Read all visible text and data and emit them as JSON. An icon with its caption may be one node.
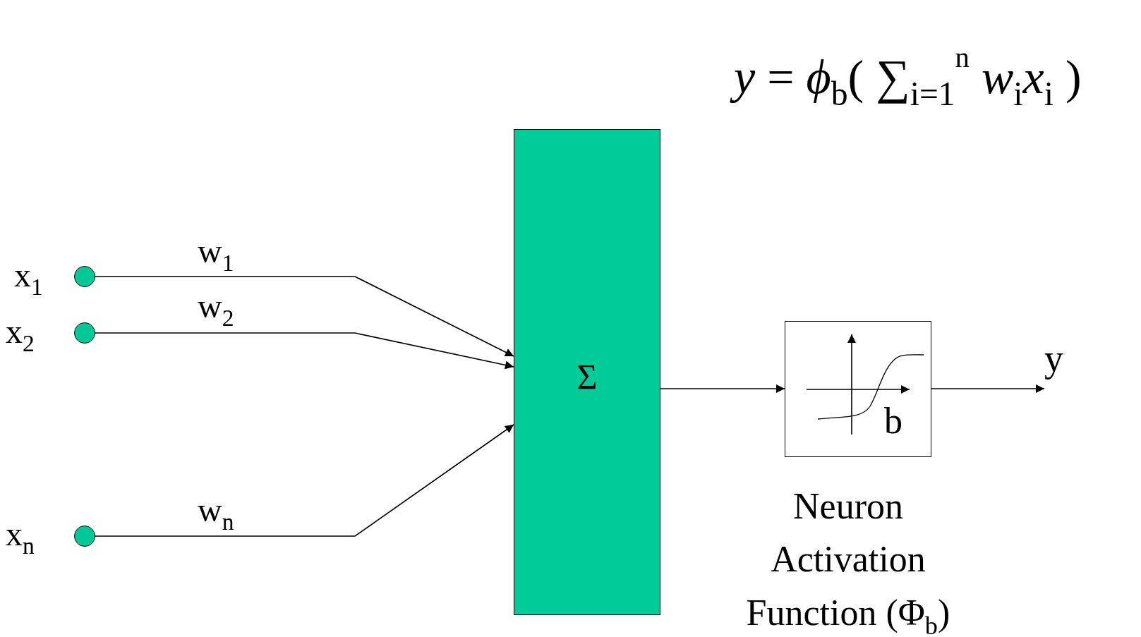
{
  "diagram": {
    "nodes": [
      {
        "text": [],
        "shape": "circle",
        "beside": [
          "x$_{1}$"
        ]
      },
      {
        "text": [],
        "shape": "circle",
        "beside": [
          "x$_{2}$"
        ]
      },
      {
        "text": [],
        "shape": "circle",
        "beside": [
          "x$_{n}$"
        ]
      },
      {
        "text": [
          "Σ"
        ]
      },
      {
        "text": [
          "b"
        ],
        "beside": [
          "Neuron Activation Function (Φ$_{b}$)"
        ]
      },
      {
        "text": [
          "y"
        ]
      }
    ],
    "edges": [
      {
        "from": 0,
        "to": 3,
        "arrow": "to",
        "label": "w$_{1}$"
      },
      {
        "from": 1,
        "to": 3,
        "arrow": "to",
        "label": "w$_{2}$"
      },
      {
        "from": 2,
        "to": 3,
        "arrow": "to",
        "label": "w$_{n}$"
      },
      {
        "from": 3,
        "to": 4,
        "arrow": "to"
      },
      {
        "from": 4,
        "to": 5,
        "arrow": "to"
      }
    ],
    "labels": [
      "*y* = *ϕ*$_{b}$( ∑$_{i=1}$$^{n}$ *w*$_{i}$*x*$_{i}$ )"
    ]
  }
}
